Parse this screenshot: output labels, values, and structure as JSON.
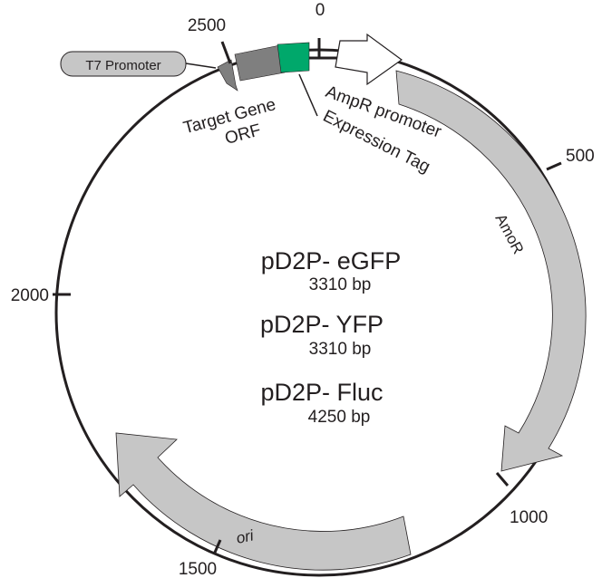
{
  "colors": {
    "backbone": "#231f20",
    "feature_grey": "#c6c6c6",
    "feature_dark": "#7f7f7f",
    "tag_green": "#00a86b",
    "promoter_fill": "#ffffff",
    "t7_fill": "#c6c6c6"
  },
  "ticks": [
    {
      "label": "0"
    },
    {
      "label": "500"
    },
    {
      "label": "1000"
    },
    {
      "label": "1500"
    },
    {
      "label": "2000"
    },
    {
      "label": "2500"
    }
  ],
  "features": {
    "t7_promoter": "T7 Promoter",
    "target_gene_line1": "Target Gene",
    "target_gene_line2": "ORF",
    "ampr_promoter": "AmpR promoter",
    "expression_tag": "Expression Tag",
    "ampr": "AmoR",
    "ori": "ori"
  },
  "plasmids": [
    {
      "name": "pD2P- eGFP",
      "size": "3310 bp"
    },
    {
      "name": "pD2P- YFP",
      "size": "3310 bp"
    },
    {
      "name": "pD2P- Fluc",
      "size": "4250 bp"
    }
  ]
}
